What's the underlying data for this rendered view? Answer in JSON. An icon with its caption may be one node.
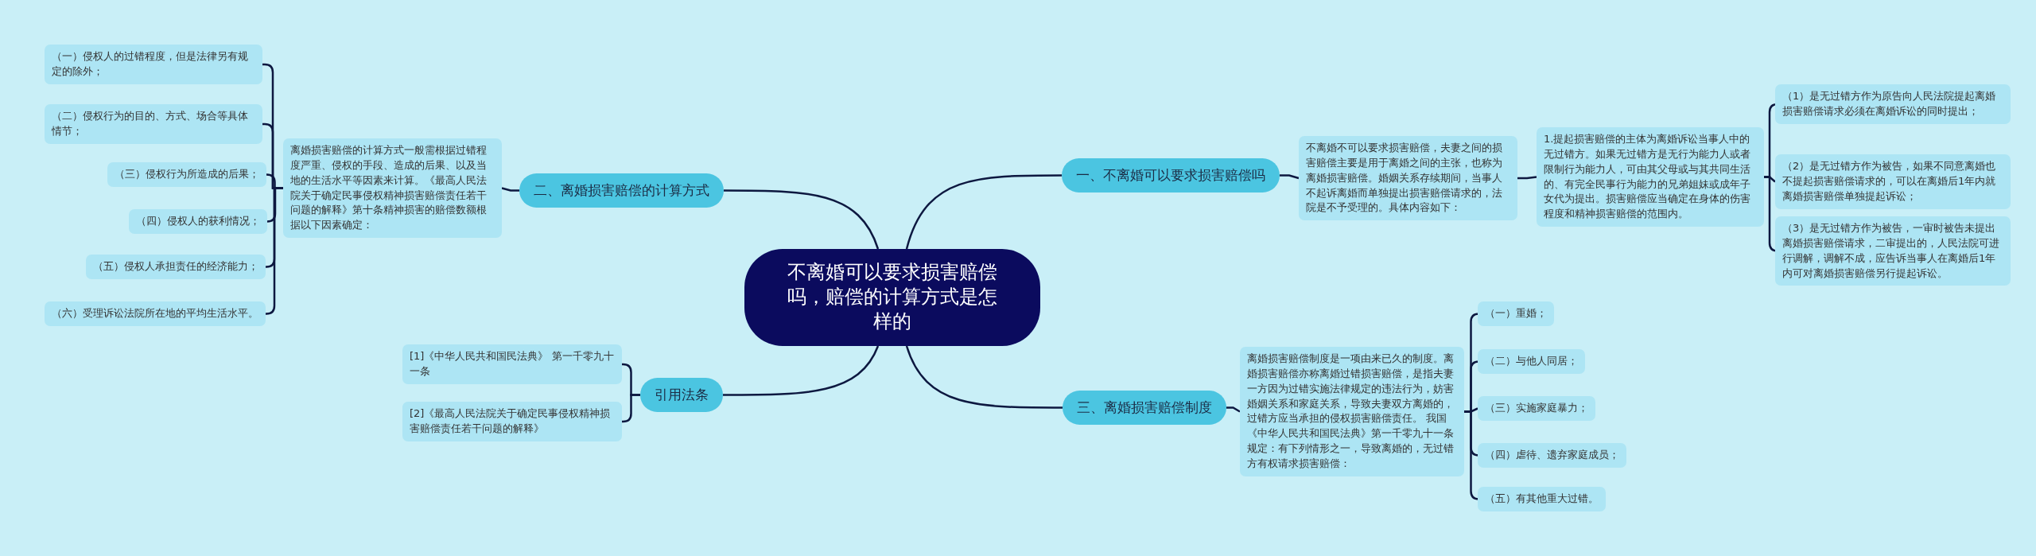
{
  "diagram": {
    "nodes": [
      {
        "text": [
          "不离婚可以要求损害赔偿吗，赔偿的计算方式是怎样的"
        ]
      },
      {
        "text": [
          "一、不离婚可以要求损害赔偿吗"
        ]
      },
      {
        "text": [
          "不离婚不可以要求损害赔偿，夫妻之间的损害赔偿主要是用于离婚之间的主张，也称为离婚损害赔偿。婚姻关系存续期间，当事人不起诉离婚而单独提出损害赔偿请求的，法院是不予受理的。具体内容如下："
        ]
      },
      {
        "text": [
          "1.提起损害赔偿的主体为离婚诉讼当事人中的无过错方。如果无过错方是无行为能力人或者限制行为能力人，可由其父母或与其共同生活的、有完全民事行为能力的兄弟姐妹或成年子女代为提出。损害赔偿应当确定在身体的伤害程度和精神损害赔偿的范围内。"
        ]
      },
      {
        "text": [
          "（1）是无过错方作为原告向人民法院提起离婚损害赔偿请求必须在离婚诉讼的同时提出；"
        ]
      },
      {
        "text": [
          "（2）是无过错方作为被告，如果不同意离婚也不提起损害赔偿请求的，可以在离婚后1年内就离婚损害赔偿单独提起诉讼；"
        ]
      },
      {
        "text": [
          "（3）是无过错方作为被告，一审时被告未提出离婚损害赔偿请求，二审提出的，人民法院可进行调解，调解不成，应告诉当事人在离婚后1年内可对离婚损害赔偿另行提起诉讼。"
        ]
      },
      {
        "text": [
          "二、离婚损害赔偿的计算方式"
        ]
      },
      {
        "text": [
          "离婚损害赔偿的计算方式一般需根据过错程度严重、侵权的手段、造成的后果、以及当地的生活水平等因素来计算。《最高人民法院关于确定民事侵权精神损害赔偿责任若干问题的解释》第十条精神损害的赔偿数额根据以下因素确定："
        ]
      },
      {
        "text": [
          "（一）侵权人的过错程度，但是法律另有规定的除外；"
        ]
      },
      {
        "text": [
          "（二）侵权行为的目的、方式、场合等具体情节；"
        ]
      },
      {
        "text": [
          "（三）侵权行为所造成的后果；"
        ]
      },
      {
        "text": [
          "（四）侵权人的获利情况；"
        ]
      },
      {
        "text": [
          "（五）侵权人承担责任的经济能力；"
        ]
      },
      {
        "text": [
          "（六）受理诉讼法院所在地的平均生活水平。"
        ]
      },
      {
        "text": [
          "引用法条"
        ]
      },
      {
        "text": [
          "[1]《中华人民共和国民法典》 第一千零九十一条"
        ]
      },
      {
        "text": [
          "[2]《最高人民法院关于确定民事侵权精神损害赔偿责任若干问题的解释》"
        ]
      },
      {
        "text": [
          "三、离婚损害赔偿制度"
        ]
      },
      {
        "text": [
          "离婚损害赔偿制度是一项由来已久的制度。离婚损害赔偿亦称离婚过错损害赔偿，是指夫妻一方因为过错实施法律规定的违法行为，妨害婚姻关系和家庭关系，导致夫妻双方离婚的，过错方应当承担的侵权损害赔偿责任。 我国《中华人民共和国民法典》第一千零九十一条规定：有下列情形之一，导致离婚的，无过错方有权请求损害赔偿："
        ]
      },
      {
        "text": [
          "（一）重婚；"
        ]
      },
      {
        "text": [
          "（二）与他人同居；"
        ]
      },
      {
        "text": [
          "（三）实施家庭暴力；"
        ]
      },
      {
        "text": [
          "（四）虐待、遗弃家庭成员；"
        ]
      },
      {
        "text": [
          "（五）有其他重大过错。"
        ]
      }
    ],
    "edges": [
      {
        "from": 0,
        "to": 1,
        "arrow": "none"
      },
      {
        "from": 1,
        "to": 2,
        "arrow": "none"
      },
      {
        "from": 2,
        "to": 3,
        "arrow": "none"
      },
      {
        "from": 3,
        "to": 4,
        "arrow": "none"
      },
      {
        "from": 3,
        "to": 5,
        "arrow": "none"
      },
      {
        "from": 3,
        "to": 6,
        "arrow": "none"
      },
      {
        "from": 0,
        "to": 7,
        "arrow": "none"
      },
      {
        "from": 7,
        "to": 8,
        "arrow": "none"
      },
      {
        "from": 8,
        "to": 9,
        "arrow": "none"
      },
      {
        "from": 8,
        "to": 10,
        "arrow": "none"
      },
      {
        "from": 8,
        "to": 11,
        "arrow": "none"
      },
      {
        "from": 8,
        "to": 12,
        "arrow": "none"
      },
      {
        "from": 8,
        "to": 13,
        "arrow": "none"
      },
      {
        "from": 8,
        "to": 14,
        "arrow": "none"
      },
      {
        "from": 0,
        "to": 15,
        "arrow": "none"
      },
      {
        "from": 15,
        "to": 16,
        "arrow": "none"
      },
      {
        "from": 15,
        "to": 17,
        "arrow": "none"
      },
      {
        "from": 0,
        "to": 18,
        "arrow": "none"
      },
      {
        "from": 18,
        "to": 19,
        "arrow": "none"
      },
      {
        "from": 19,
        "to": 20,
        "arrow": "none"
      },
      {
        "from": 19,
        "to": 21,
        "arrow": "none"
      },
      {
        "from": 19,
        "to": 22,
        "arrow": "none"
      },
      {
        "from": 19,
        "to": 23,
        "arrow": "none"
      },
      {
        "from": 19,
        "to": 24,
        "arrow": "none"
      }
    ]
  }
}
